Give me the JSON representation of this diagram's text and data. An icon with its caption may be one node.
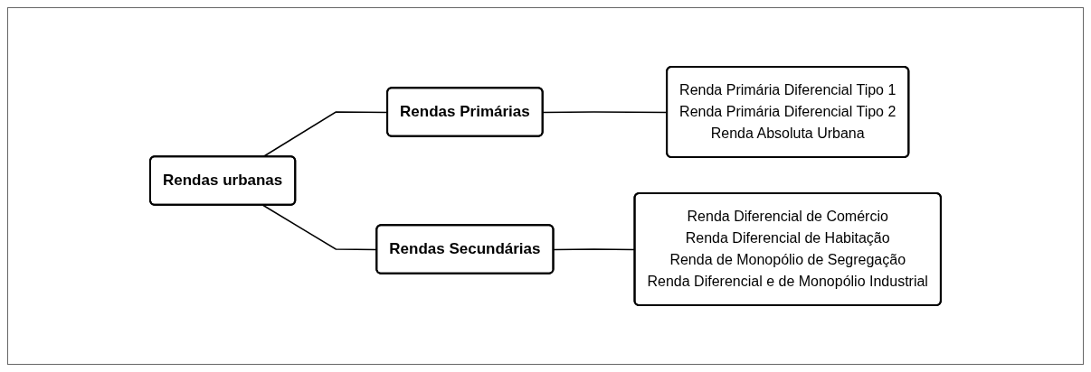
{
  "diagram": {
    "nodes": [
      {
        "text": [
          "Rendas urbanas"
        ]
      },
      {
        "text": [
          "Rendas Primárias"
        ]
      },
      {
        "text": [
          "Rendas Secundárias"
        ]
      },
      {
        "text": [
          "Renda Primária Diferencial Tipo 1",
          "Renda Primária Diferencial Tipo 2",
          "Renda Absoluta Urbana"
        ]
      },
      {
        "text": [
          "Renda Diferencial de Comércio",
          "Renda Diferencial de Habitação",
          "Renda de Monopólio de Segregação",
          "Renda Diferencial e de Monopólio Industrial"
        ]
      }
    ],
    "edges": [
      {
        "from": 0,
        "to": 1,
        "arrow": "none"
      },
      {
        "from": 0,
        "to": 2,
        "arrow": "none"
      },
      {
        "from": 1,
        "to": 3,
        "arrow": "none"
      },
      {
        "from": 2,
        "to": 4,
        "arrow": "none"
      }
    ]
  }
}
